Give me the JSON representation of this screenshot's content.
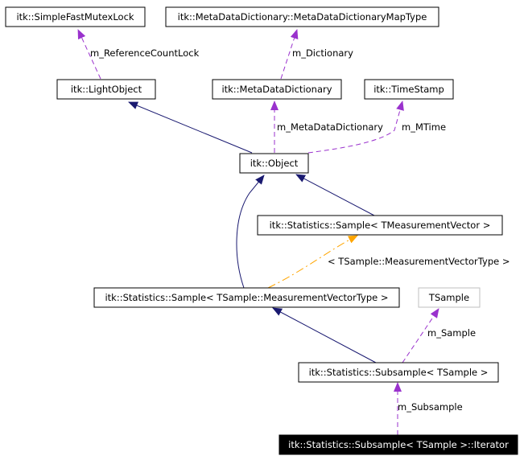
{
  "colors": {
    "inheritance": "#191970",
    "usage": "#9a32cd",
    "template": "#ffa500",
    "node_border": "#000000",
    "external_border": "#bfbfbf",
    "highlight_fill": "#000000"
  },
  "nodes": {
    "simple_fast_mutex_lock": "itk::SimpleFastMutexLock",
    "meta_data_dictionary_map_type": "itk::MetaDataDictionary::MetaDataDictionaryMapType",
    "light_object": "itk::LightObject",
    "meta_data_dictionary": "itk::MetaDataDictionary",
    "time_stamp": "itk::TimeStamp",
    "object": "itk::Object",
    "sample_tmeasurement": "itk::Statistics::Sample< TMeasurementVector >",
    "sample_tsample_mvt": "itk::Statistics::Sample< TSample::MeasurementVectorType >",
    "tsample": "TSample",
    "subsample": "itk::Statistics::Subsample< TSample >",
    "iterator": "itk::Statistics::Subsample< TSample >::Iterator"
  },
  "edge_labels": {
    "m_reference_count_lock": "m_ReferenceCountLock",
    "m_dictionary": "m_Dictionary",
    "m_meta_data_dictionary": "m_MetaDataDictionary",
    "m_mtime": "m_MTime",
    "template_arg": "< TSample::MeasurementVectorType >",
    "m_sample": "m_Sample",
    "m_subsample": "m_Subsample"
  }
}
